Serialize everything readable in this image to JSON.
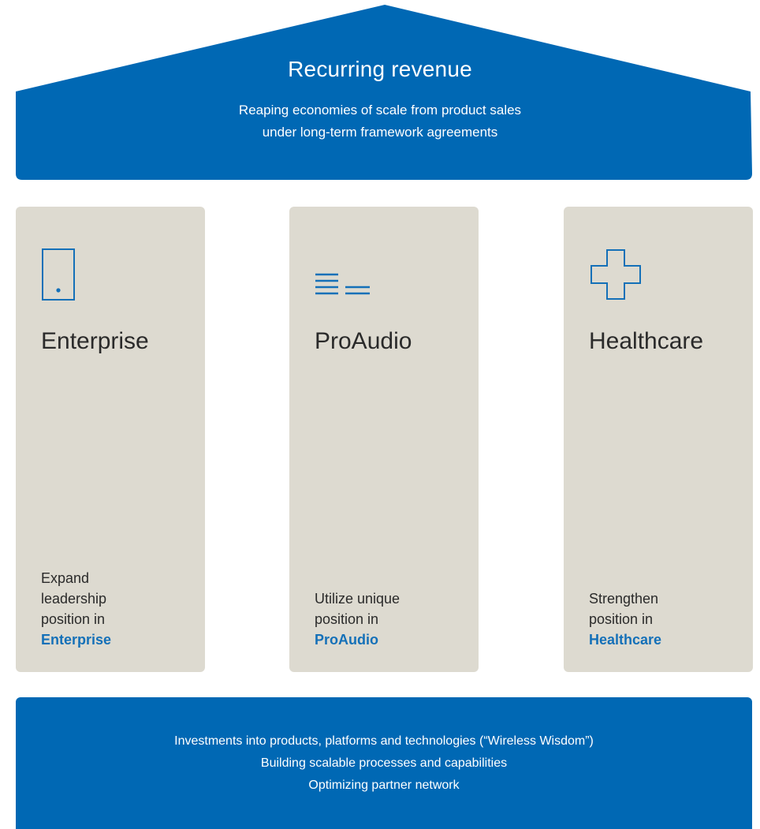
{
  "roof": {
    "title": "Recurring revenue",
    "subtitle_lines": [
      "Reaping economies of scale from product sales",
      "under long-term framework agreements"
    ]
  },
  "pillars": [
    {
      "icon": "mobile-device-icon",
      "title": "Enterprise",
      "desc_lines": [
        "Expand",
        "leadership",
        "position in"
      ],
      "highlight": "Enterprise"
    },
    {
      "icon": "audio-lines-icon",
      "title": "ProAudio",
      "desc_lines": [
        "Utilize unique",
        "position in"
      ],
      "highlight": "ProAudio"
    },
    {
      "icon": "medical-cross-icon",
      "title": "Healthcare",
      "desc_lines": [
        "Strengthen",
        "position in"
      ],
      "highlight": "Healthcare"
    }
  ],
  "foundation": {
    "lines": [
      "Investments into products, platforms and technologies (“Wireless Wisdom”)",
      "Building scalable processes and capabilities",
      "Optimizing partner network"
    ]
  },
  "colors": {
    "brand_blue": "#0068b4",
    "highlight_blue": "#1470b8",
    "pillar_beige": "#dddad0",
    "text_dark": "#2a2a2a"
  }
}
